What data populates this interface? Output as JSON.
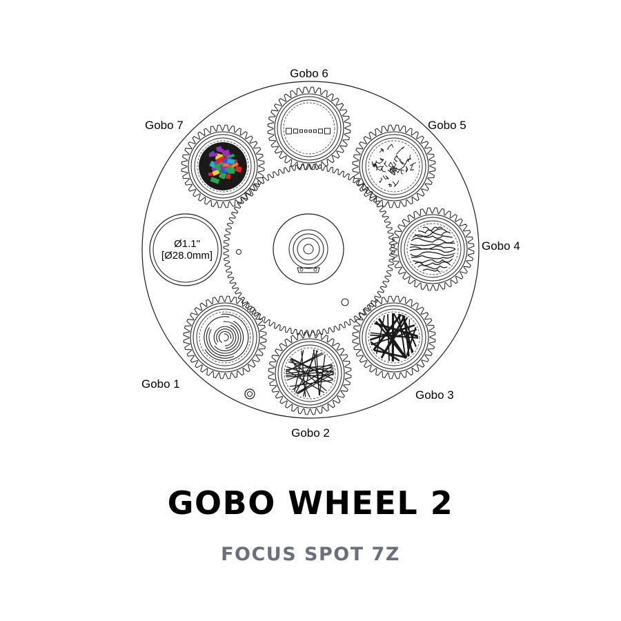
{
  "title": "GOBO WHEEL 2",
  "subtitle": "FOCUS SPOT 7Z",
  "open_slot": {
    "dimension_inch": "Ø1.1\"",
    "dimension_mm": "[Ø28.0mm]"
  },
  "gobos": [
    {
      "label": "Gobo 1",
      "pattern": "swirl-rings"
    },
    {
      "label": "Gobo 2",
      "pattern": "line-burst"
    },
    {
      "label": "Gobo 3",
      "pattern": "shattered-glass"
    },
    {
      "label": "Gobo 4",
      "pattern": "flame-waves"
    },
    {
      "label": "Gobo 5",
      "pattern": "maze-squiggle"
    },
    {
      "label": "Gobo 6",
      "pattern": "square-chain"
    },
    {
      "label": "Gobo 7",
      "pattern": "color-glass-mosaic"
    }
  ],
  "colors": {
    "line": "#1a1a1a",
    "subtitle": "#6b6f7c",
    "mosaic": [
      "#e8202a",
      "#1f5fd1",
      "#22a94a",
      "#f2d21a",
      "#9b2fb5",
      "#f07c16",
      "#14b8c9"
    ]
  }
}
